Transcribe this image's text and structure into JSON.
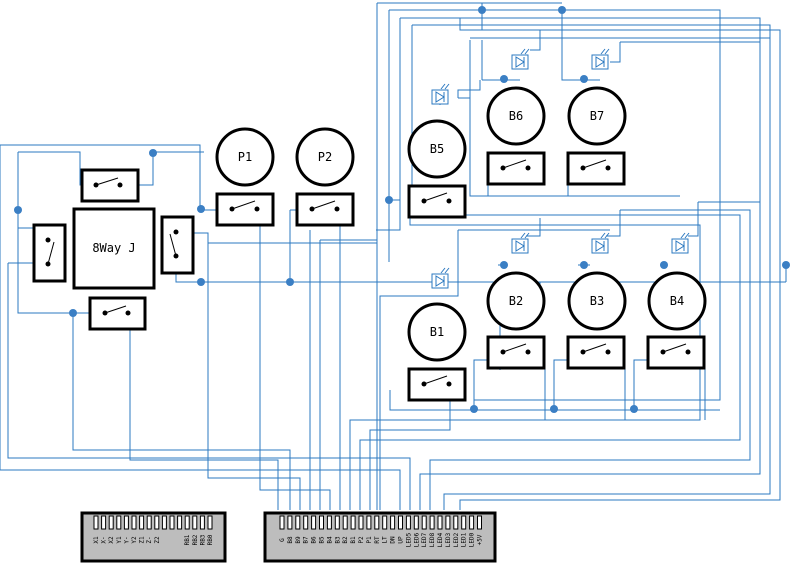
{
  "colors": {
    "wire": "#2b78c0",
    "node": "#3b7fc4",
    "component": "#000000",
    "connector_fill": "#bdbdbd",
    "background": "#ffffff"
  },
  "labels": {
    "joystick": "8Way J",
    "p1": "P1",
    "p2": "P2",
    "b1": "B1",
    "b2": "B2",
    "b3": "B3",
    "b4": "B4",
    "b5": "B5",
    "b6": "B6",
    "b7": "B7"
  },
  "connector_left_pins": [
    "X1",
    "X-",
    "X2",
    "Y1",
    "Y-",
    "Y2",
    "Z1",
    "Z-",
    "Z2",
    "",
    "",
    "",
    "RB1",
    "RB2",
    "RB3",
    "RB0"
  ],
  "connector_right_pins": [
    "G",
    "B8",
    "B9",
    "B7",
    "B6",
    "B5",
    "B4",
    "B3",
    "B2",
    "B1",
    "P2",
    "P1",
    "RT",
    "LT",
    "DN",
    "UP",
    "LED5",
    "LED6",
    "LED7",
    "LED8",
    "LED4",
    "LED3",
    "LED2",
    "LED1",
    "LED0",
    "+5V"
  ]
}
